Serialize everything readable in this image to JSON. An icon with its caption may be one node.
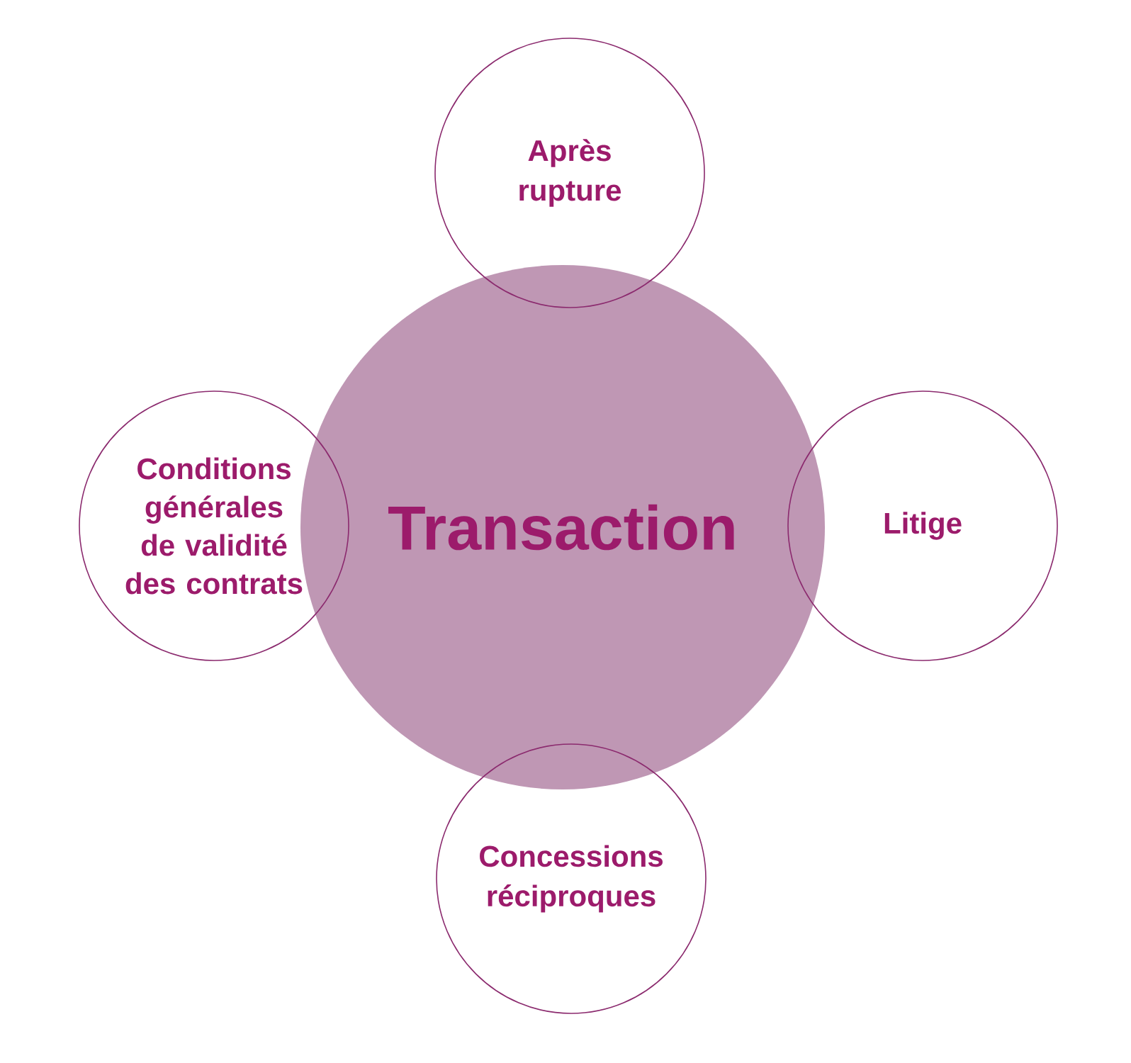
{
  "diagram": {
    "nodes": [
      {
        "text": [
          "Après rupture"
        ]
      },
      {
        "text": [
          "Conditions générales de validité des contrats"
        ]
      },
      {
        "text": [
          "Transaction"
        ]
      },
      {
        "text": [
          "Litige"
        ]
      },
      {
        "text": [
          "Concessions réciproques"
        ]
      }
    ]
  }
}
